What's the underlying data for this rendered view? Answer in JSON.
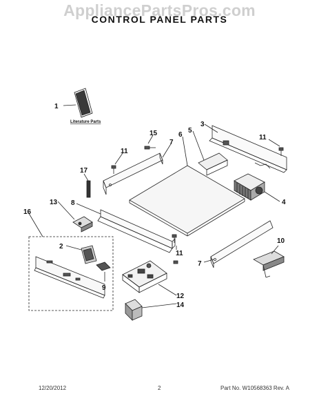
{
  "watermark": "AppliancePartsPros.com",
  "title": "CONTROL PANEL PARTS",
  "parts": {
    "p1": "1",
    "literature": "Literature Parts",
    "p2": "2",
    "p3": "3",
    "p4": "4",
    "p5": "5",
    "p6": "6",
    "p7a": "7",
    "p7b": "7",
    "p8": "8",
    "p9": "9",
    "p10": "10",
    "p11a": "11",
    "p11b": "11",
    "p11c": "11",
    "p12": "12",
    "p13": "13",
    "p14": "14",
    "p15": "15",
    "p16": "16",
    "p17": "17"
  },
  "footer": {
    "date": "12/20/2012",
    "page": "2",
    "part_no": "Part No. W10568363  Rev. A"
  }
}
